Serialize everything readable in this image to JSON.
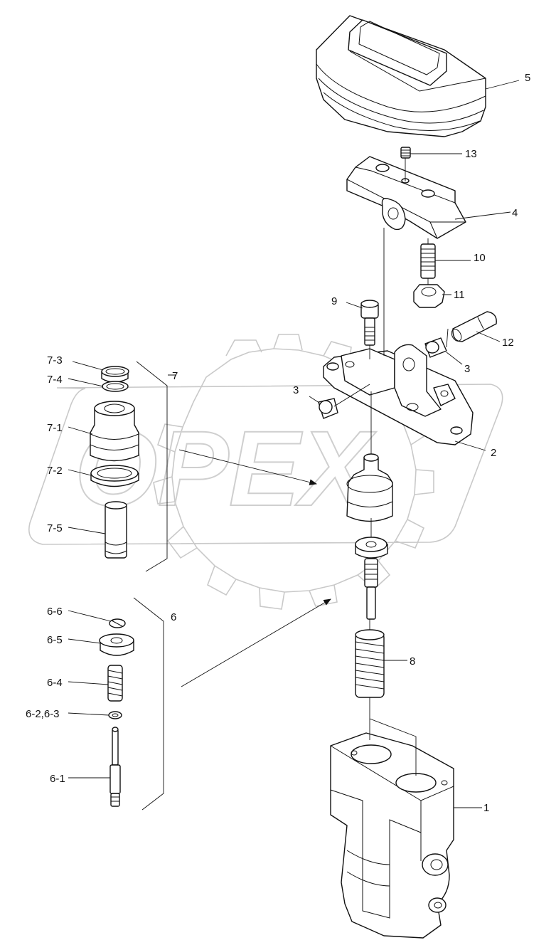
{
  "watermark": {
    "text": "OPEX"
  },
  "labels": {
    "l1": "1",
    "l2": "2",
    "l3a": "3",
    "l3b": "3",
    "l4": "4",
    "l5": "5",
    "l6": "6",
    "l7": "7",
    "l8": "8",
    "l9": "9",
    "l10": "10",
    "l11": "11",
    "l12": "12",
    "l13": "13",
    "l6_1": "6-1",
    "l6_23": "6-2,6-3",
    "l6_4": "6-4",
    "l6_5": "6-5",
    "l6_6": "6-6",
    "l7_1": "7-1",
    "l7_2": "7-2",
    "l7_3": "7-3",
    "l7_4": "7-4",
    "l7_5": "7-5"
  }
}
